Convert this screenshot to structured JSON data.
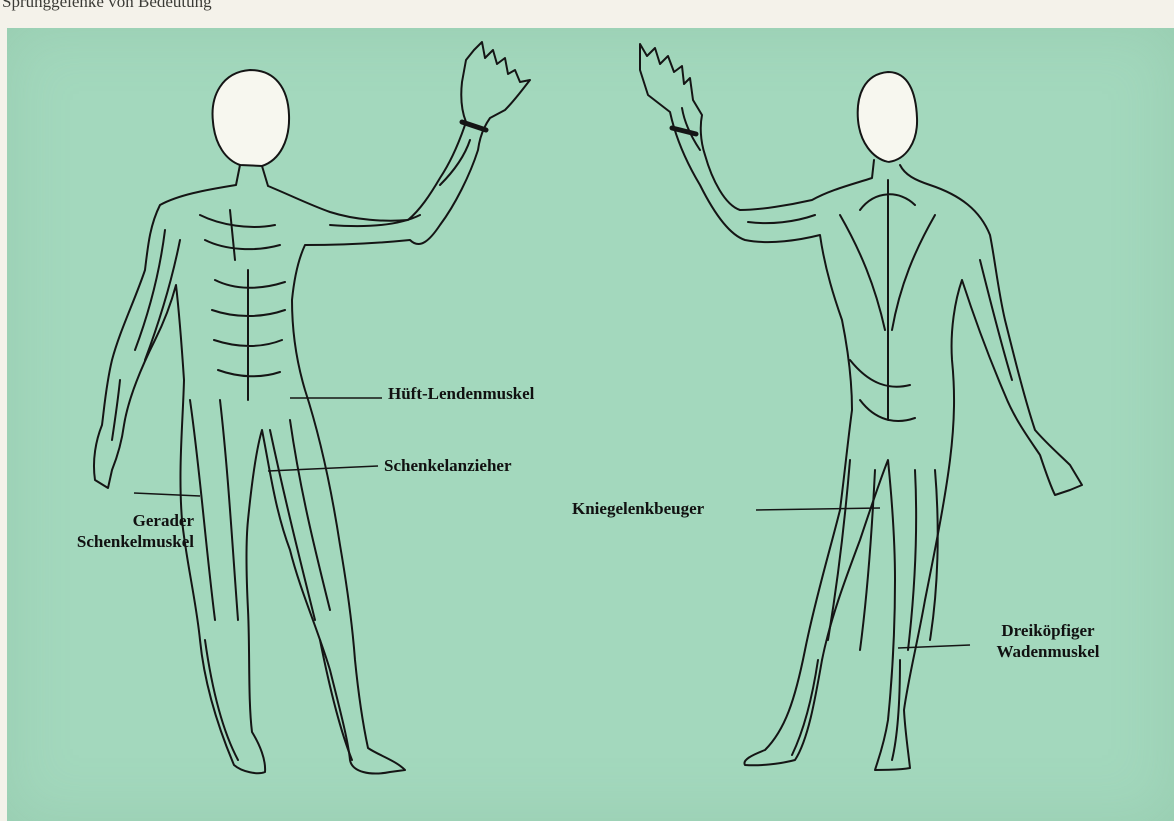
{
  "header_snippet": "Sprunggelenke von Bedeutung",
  "colors": {
    "panel": "#a3d8bd",
    "ink": "#111111"
  },
  "labels": {
    "hueft_lendenmuskel": "Hüft-Lendenmuskel",
    "schenkelanzieher": "Schenkelanzieher",
    "gerader_line1": "Gerader",
    "gerader_line2": "Schenkelmuskel",
    "kniegelenkbeuger": "Kniegelenkbeuger",
    "dreikoepfiger_line1": "Dreiköpfiger",
    "dreikoepfiger_line2": "Wadenmuskel"
  }
}
